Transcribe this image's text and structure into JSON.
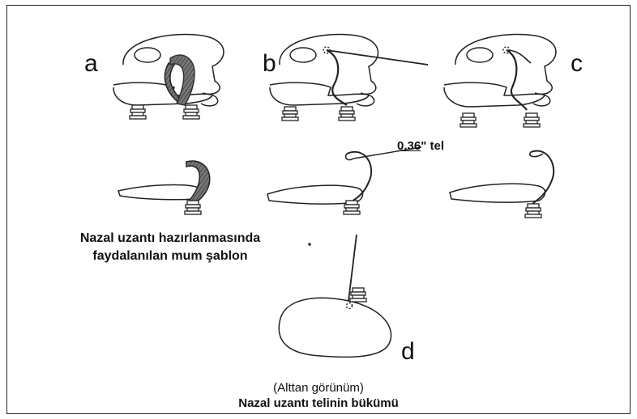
{
  "panels": {
    "a": {
      "letter": "a"
    },
    "b": {
      "letter": "b"
    },
    "c": {
      "letter": "c"
    },
    "d": {
      "letter": "d"
    }
  },
  "wax_template_caption": {
    "line1": "Nazal uzantı hazırlanmasında",
    "line2": "faydalanılan mum şablon"
  },
  "wire_label": {
    "value": "0.36",
    "rest": "\" tel"
  },
  "bottom_caption": {
    "line1": "(Alttan görünüm)",
    "line2": "Nazal uzantı telinin bükümü"
  }
}
